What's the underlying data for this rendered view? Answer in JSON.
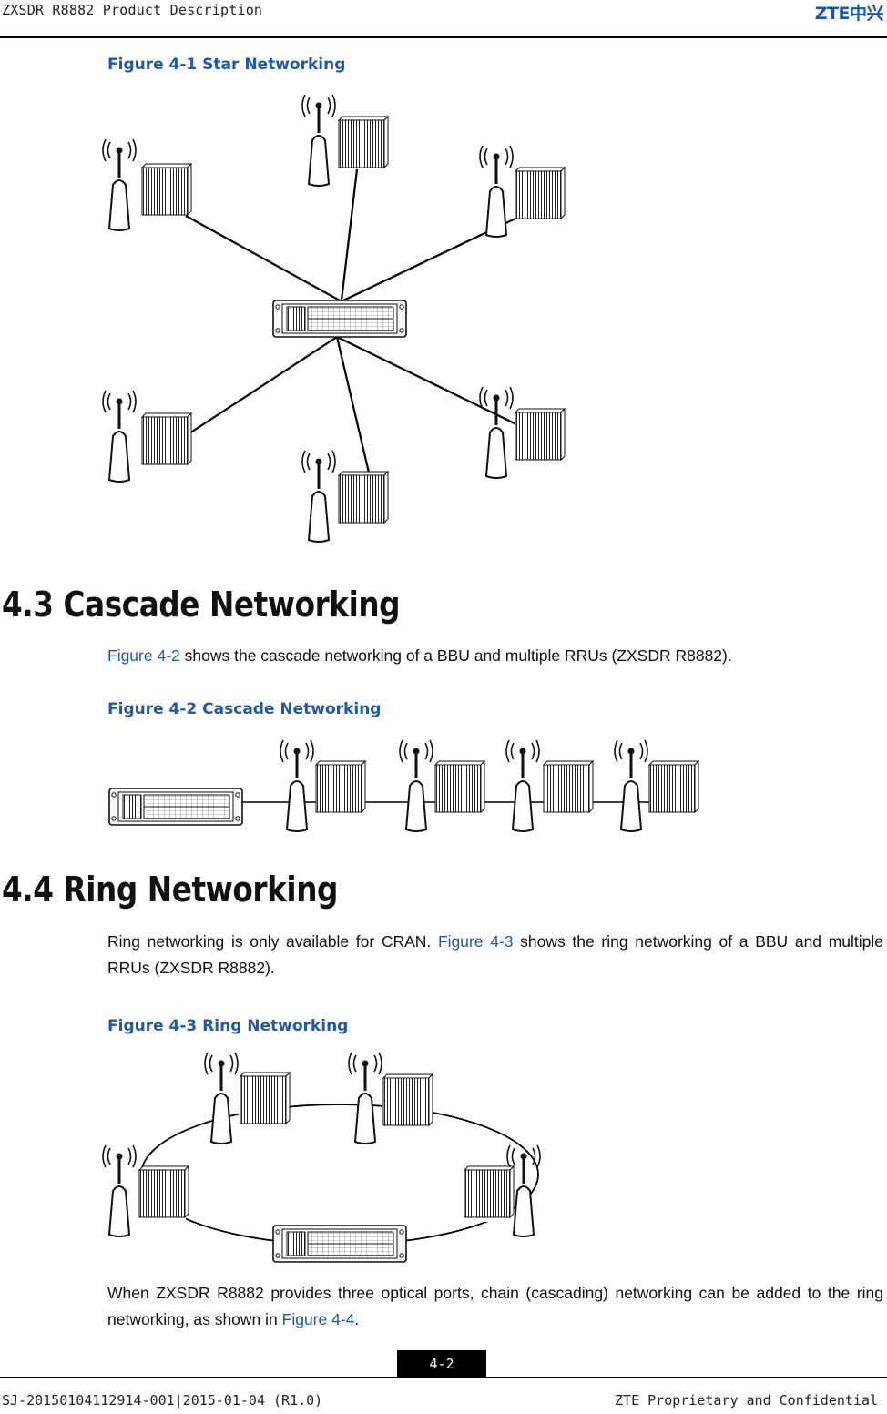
{
  "header": {
    "doc_title": "ZXSDR R8882 Product Description",
    "logo_text": "ZTE中兴"
  },
  "figure_4_1": {
    "caption": "Figure 4-1 Star Networking"
  },
  "section_4_3": {
    "heading": "4.3 Cascade Networking",
    "para_link": "Figure 4-2",
    "para_text": " shows the cascade networking of a BBU and multiple RRUs (ZXSDR R8882)."
  },
  "figure_4_2": {
    "caption": "Figure 4-2 Cascade Networking"
  },
  "section_4_4": {
    "heading": "4.4 Ring Networking",
    "para_pre": "Ring networking is only available for CRAN. ",
    "para_link": "Figure 4-3",
    "para_post": " shows the ring networking of a BBU and multiple RRUs (ZXSDR R8882)."
  },
  "figure_4_3": {
    "caption": "Figure 4-3 Ring Networking"
  },
  "closing": {
    "para_pre": "When ZXSDR R8882 provides three optical ports, chain (cascading) networking can be added to the ring networking, as shown in ",
    "para_link": "Figure 4-4",
    "para_post": "."
  },
  "footer": {
    "page_number": "4-2",
    "doc_id": "SJ-20150104112914-001|2015-01-04 (R1.0)",
    "confidentiality": "ZTE Proprietary and Confidential"
  }
}
